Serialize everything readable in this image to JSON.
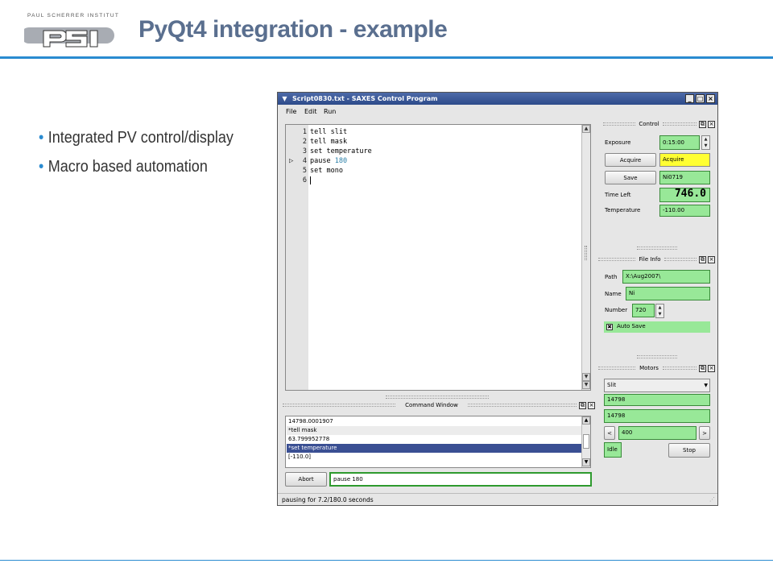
{
  "slide": {
    "logo_caption": "PAUL SCHERRER INSTITUT",
    "logo_text": "PSI",
    "title": "PyQt4 integration - example",
    "bullets": [
      "Integrated PV control/display",
      "Macro based automation"
    ]
  },
  "window": {
    "title": "Script0830.txt - SAXES Control Program",
    "menu": [
      "File",
      "Edit",
      "Run"
    ]
  },
  "editor": {
    "lines": [
      {
        "num": "1",
        "text": "tell slit"
      },
      {
        "num": "2",
        "text": "tell mask"
      },
      {
        "num": "3",
        "text": "set temperature"
      },
      {
        "num": "4",
        "text": "pause ",
        "arg": "180"
      },
      {
        "num": "5",
        "text": "set mono"
      },
      {
        "num": "6",
        "text": ""
      }
    ]
  },
  "command_window": {
    "title": "Command Window",
    "rows": [
      "14798.0001907",
      "*tell mask",
      "63.799952778",
      "*set temperature",
      "[-110.0]"
    ],
    "selected_index": 3,
    "abort_label": "Abort",
    "command_value": "pause 180"
  },
  "status": "pausing for 7.2/180.0 seconds",
  "control": {
    "title": "Control",
    "exposure_label": "Exposure",
    "exposure_value": "0:15:00",
    "acquire_button": "Acquire",
    "acquire_status": "Acquire",
    "save_button": "Save",
    "save_name": "Ni0719",
    "time_left_label": "Time Left",
    "time_left_value": "746.0",
    "temperature_label": "Temperature",
    "temperature_value": "-110.00"
  },
  "file_info": {
    "title": "File Info",
    "path_label": "Path",
    "path_value": "X:\\Aug2007\\",
    "name_label": "Name",
    "name_value": "Ni",
    "number_label": "Number",
    "number_value": "720",
    "autosave_label": "Auto Save",
    "autosave_checked": true
  },
  "motors": {
    "title": "Motors",
    "selected_motor": "Slit",
    "readback": "14798",
    "setpoint": "14798",
    "step_left": "<",
    "step_value": "400",
    "step_right": ">",
    "state": "Idle",
    "stop_button": "Stop"
  },
  "colors": {
    "title_text": "#5a6f8f",
    "accent_rule": "#2a8bd0",
    "field_green": "#98e898",
    "acquire_yellow": "#ffff33",
    "selection": "#3a4f93"
  }
}
